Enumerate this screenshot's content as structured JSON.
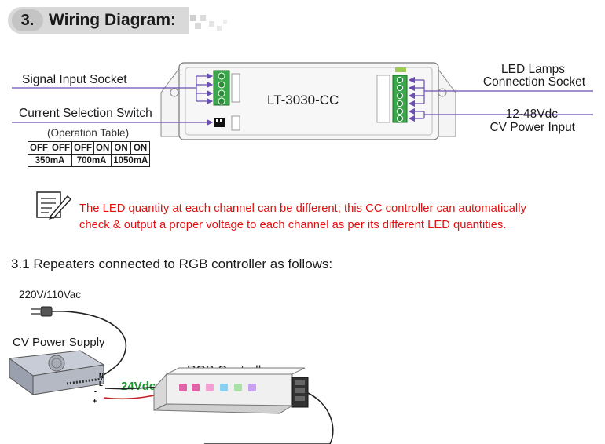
{
  "section": {
    "number": "3.",
    "title": "Wiring Diagram:"
  },
  "diagram": {
    "device_model": "LT-3030-CC",
    "left_labels": {
      "signal_input": "Signal Input Socket",
      "current_switch": "Current Selection Switch"
    },
    "right_labels": {
      "led_lamps_line1": "LED Lamps",
      "led_lamps_line2": "Connection Socket",
      "power_line1": "12-48Vdc",
      "power_line2": "CV Power Input"
    },
    "operation_table": {
      "caption": "(Operation Table)",
      "switch_row": [
        "OFF",
        "OFF",
        "OFF",
        "ON",
        "ON",
        "ON"
      ],
      "current_row": [
        "350mA",
        "700mA",
        "1050mA"
      ]
    }
  },
  "note": {
    "line1": "The LED quantity at each channel can be different; this CC controller can automatically",
    "line2": "check & output a proper voltage to each channel as per its different LED quantities."
  },
  "subsection": {
    "title": "3.1  Repeaters connected to RGB controller as follows:"
  },
  "bottom_diagram": {
    "mains": "220V/110Vac",
    "power_supply": "CV Power Supply",
    "controller": "RGB Controller",
    "voltage": "24Vdc",
    "terminals": [
      "N",
      "L",
      "-",
      "+"
    ]
  },
  "colors": {
    "note_red": "#e01010",
    "voltage_green": "#1a9a2a",
    "terminal_green": "#3aa84a",
    "arrow_purple": "#6a4fb0"
  }
}
